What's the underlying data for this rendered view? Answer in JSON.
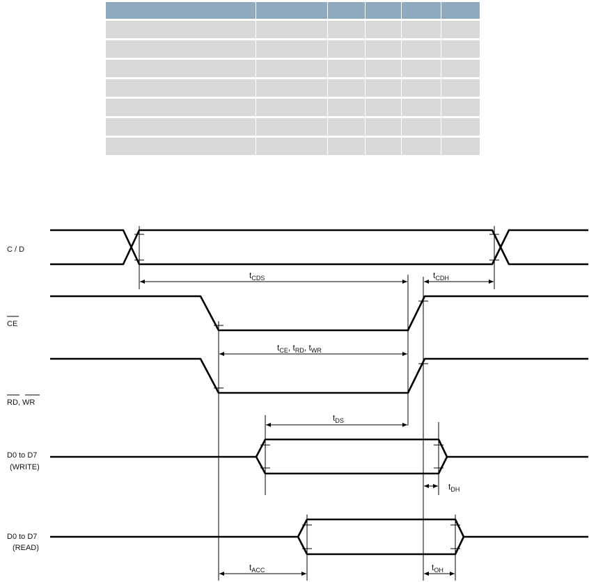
{
  "spec_table": {
    "headers": [
      "",
      "",
      "",
      "",
      "",
      ""
    ],
    "rows": [
      [
        "",
        "",
        "",
        "",
        "",
        ""
      ],
      [
        "",
        "",
        "",
        "",
        "",
        ""
      ],
      [
        "",
        "",
        "",
        "",
        "",
        ""
      ],
      [
        "",
        "",
        "",
        "",
        "",
        ""
      ],
      [
        "",
        "",
        "",
        "",
        "",
        ""
      ],
      [
        "",
        "",
        "",
        "",
        "",
        ""
      ],
      [
        "",
        "",
        "",
        "",
        "",
        ""
      ]
    ]
  },
  "signals": {
    "cd": "C / D",
    "ce": "CE",
    "rdwr_rd": "RD",
    "rdwr_sep": ", ",
    "rdwr_wr": "WR",
    "d_write_1": "D0 to D7",
    "d_write_2": "(WRITE)",
    "d_read_1": "D0 to D7",
    "d_read_2": "(READ)"
  },
  "timing_labels": {
    "tcds": {
      "base": "t",
      "sub": "CDS"
    },
    "tcdh": {
      "base": "t",
      "sub": "CDH"
    },
    "tce_group": {
      "ce_sub": "CE",
      "rd_sub": "RD",
      "wr_sub": "WR"
    },
    "tds": {
      "base": "t",
      "sub": "DS"
    },
    "tdh": {
      "base": "t",
      "sub": "DH"
    },
    "tacc": {
      "base": "t",
      "sub": "ACC"
    },
    "toh": {
      "base": "t",
      "sub": "OH"
    }
  }
}
